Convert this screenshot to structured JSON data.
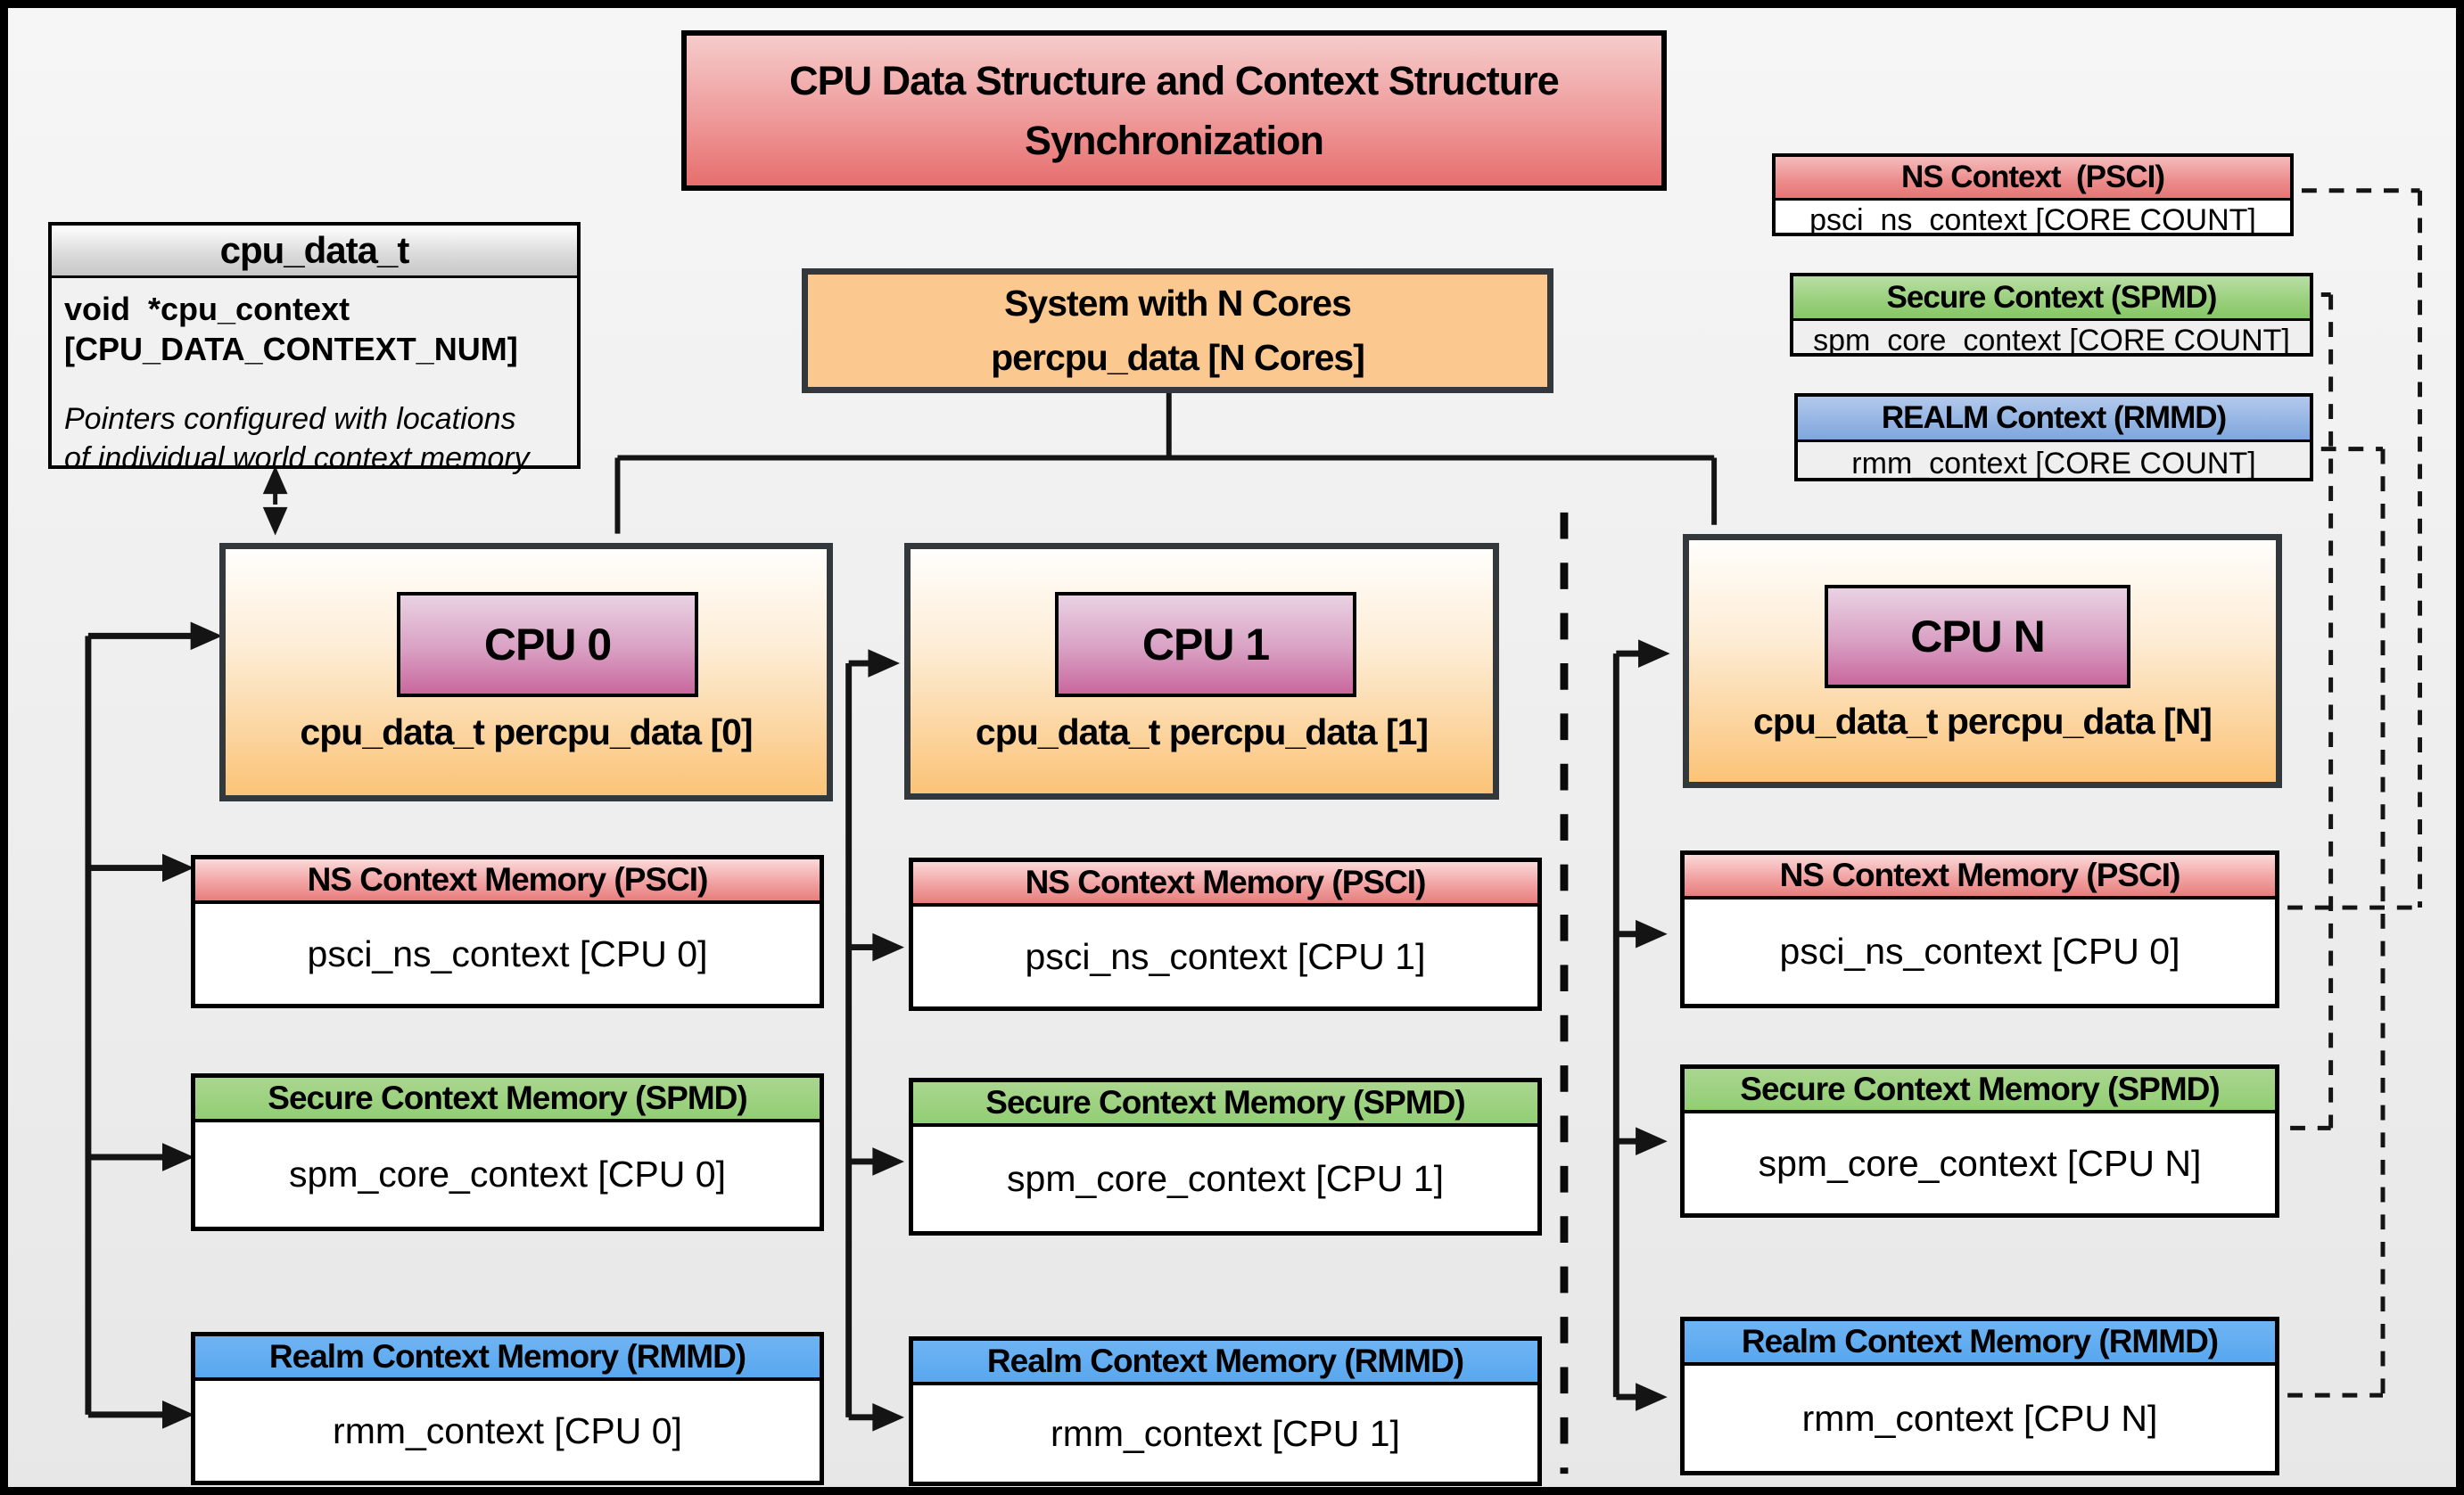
{
  "title": {
    "line1": "CPU Data Structure and Context Structure",
    "line2": "Synchronization"
  },
  "cpu_data_t": {
    "header": "cpu_data_t",
    "field_line1": "void  *cpu_context",
    "field_line2": "[CPU_DATA_CONTEXT_NUM]",
    "note_line1": "Pointers configured with locations",
    "note_line2": "of individual world context memory"
  },
  "system": {
    "line1": "System with N Cores",
    "line2": "percpu_data [N Cores]"
  },
  "legend": {
    "ns": {
      "header": "NS Context  (PSCI)",
      "body": "psci_ns_context [CORE COUNT]"
    },
    "secure": {
      "header": "Secure Context (SPMD)",
      "body": "spm_core_context [CORE COUNT]"
    },
    "realm": {
      "header": "REALM Context (RMMD)",
      "body": "rmm_context [CORE COUNT]"
    }
  },
  "columns": {
    "cpu0": {
      "label": "CPU 0",
      "data_label": "cpu_data_t percpu_data [0]",
      "ns": {
        "header": "NS Context Memory (PSCI)",
        "body": "psci_ns_context [CPU 0]"
      },
      "secure": {
        "header": "Secure Context Memory (SPMD)",
        "body": "spm_core_context [CPU 0]"
      },
      "realm": {
        "header": "Realm Context Memory (RMMD)",
        "body": "rmm_context [CPU 0]"
      }
    },
    "cpu1": {
      "label": "CPU 1",
      "data_label": "cpu_data_t percpu_data [1]",
      "ns": {
        "header": "NS Context Memory (PSCI)",
        "body": "psci_ns_context [CPU 1]"
      },
      "secure": {
        "header": "Secure Context Memory (SPMD)",
        "body": "spm_core_context [CPU 1]"
      },
      "realm": {
        "header": "Realm Context Memory (RMMD)",
        "body": "rmm_context [CPU 1]"
      }
    },
    "cpuN": {
      "label": "CPU N",
      "data_label": "cpu_data_t percpu_data [N]",
      "ns": {
        "header": "NS Context Memory (PSCI)",
        "body": "psci_ns_context [CPU 0]"
      },
      "secure": {
        "header": "Secure Context Memory (SPMD)",
        "body": "spm_core_context [CPU N]"
      },
      "realm": {
        "header": "Realm Context Memory (RMMD)",
        "body": "rmm_context [CPU N]"
      }
    }
  },
  "colors": {
    "ns_red": "#e87e7e",
    "secure_green": "#92ce74",
    "realm_blue": "#58a7ef",
    "cpu_orange": "#fbc377",
    "cpu_chip_pink": "#c9679d",
    "system_orange": "#fbc98f",
    "title_red": "#e76e6e",
    "line_black": "#141414",
    "background": "#efefef"
  }
}
